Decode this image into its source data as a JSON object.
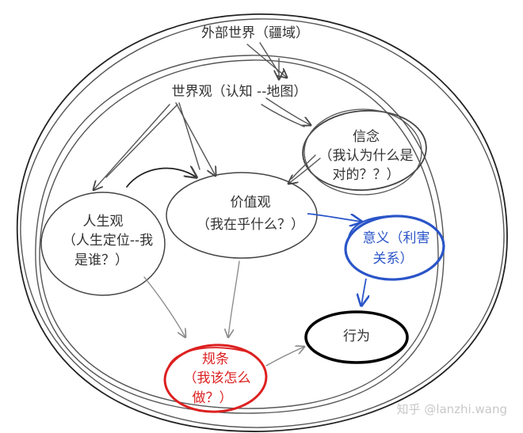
{
  "colors": {
    "ink": "#333333",
    "red": "#dd2020",
    "blue": "#2a55c8",
    "black": "#000000",
    "watermark": "#c8c8c8"
  },
  "nodes": {
    "outer_world": {
      "line1": "外部世界（疆域）"
    },
    "worldview": {
      "line1": "世界观（认知 --地图）"
    },
    "belief": {
      "line1": "信念",
      "line2": "（我认为什么是",
      "line3": "对的？？）"
    },
    "values": {
      "line1": "价值观",
      "line2": "（我在乎什么？）"
    },
    "life_view": {
      "line1": "人生观",
      "line2": "（人生定位--我",
      "line3": "是谁？）"
    },
    "meaning": {
      "line1": "意义（利害",
      "line2": "关系）"
    },
    "rules": {
      "line1": "规条",
      "line2": "（我该怎么",
      "line3": "做？）"
    },
    "behavior": {
      "line1": "行为"
    }
  },
  "watermark": "知乎 @lanzhi.wang"
}
